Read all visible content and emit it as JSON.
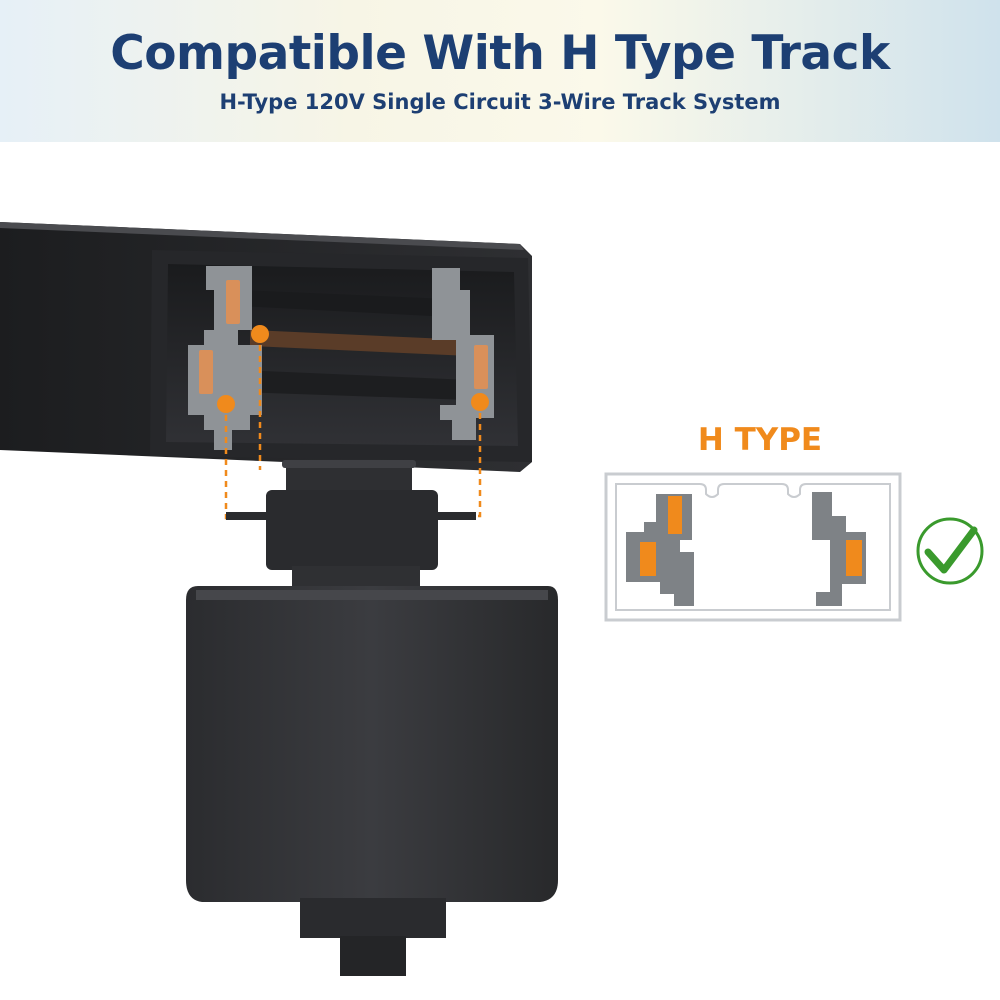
{
  "banner": {
    "title": "Compatible With H Type Track",
    "subtitle": "H-Type 120V Single Circuit 3-Wire Track System"
  },
  "diagram": {
    "type_label": "H TYPE"
  },
  "colors": {
    "title": "#1d3f73",
    "subtitle": "#1d3f73",
    "accent": "#f08a1c",
    "contact": "#d9905a",
    "track": "#2a2b2d",
    "profile_gray": "#8f9397",
    "check": "#3a9a2d"
  },
  "icons": {
    "check": "check-circle-icon"
  }
}
